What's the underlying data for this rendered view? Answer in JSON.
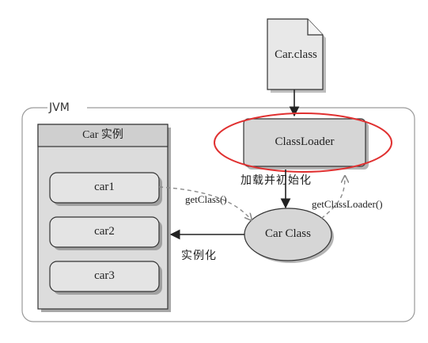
{
  "diagram": {
    "file_label": "Car.class",
    "jvm_label": "JVM",
    "instance_panel_title": "Car 实例",
    "classloader_label": "ClassLoader",
    "load_init_label": "加载并初始化",
    "car_class_label": "Car Class",
    "get_class_label": "getClass()",
    "get_classloader_label": "getClassLoader()",
    "instantiate_label": "实例化",
    "instances": [
      "car1",
      "car2",
      "car3"
    ],
    "colors": {
      "node_fill": "#d6d6d6",
      "panel_header": "#cfcfcf",
      "highlight_ring": "#e03030",
      "line": "#333333",
      "dashed": "#8a8a8a"
    }
  }
}
